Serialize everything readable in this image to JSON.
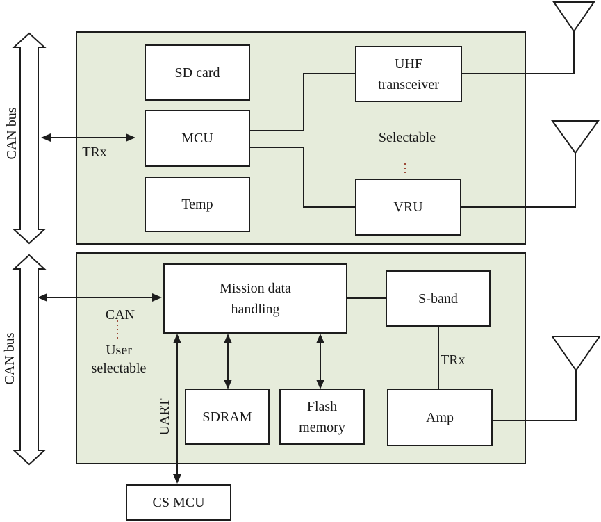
{
  "figure": {
    "type": "block-diagram",
    "description": "Satellite communication subsystem block diagram with UHF/VRU section and S-band mission data handling section"
  },
  "colors": {
    "panel_fill": "#e6ecdb",
    "box_fill": "#ffffff",
    "line": "#1d1d1d",
    "dotted_accent": "#9c4a38"
  },
  "top_section": {
    "can_bus_label": "CAN bus",
    "trx_label": "TRx",
    "selectable_label": "Selectable",
    "boxes": {
      "sd_card": "SD card",
      "mcu": "MCU",
      "temp": "Temp",
      "uhf_transceiver": "UHF\ntransceiver",
      "vru": "VRU"
    }
  },
  "bottom_section": {
    "can_bus_label": "CAN bus",
    "can_label": "CAN",
    "user_selectable_label": "User\nselectable",
    "uart_label": "UART",
    "trx_label": "TRx",
    "boxes": {
      "mission_data_handling": "Mission data\nhandling",
      "s_band": "S-band",
      "sdram": "SDRAM",
      "flash_memory": "Flash\nmemory",
      "amp": "Amp",
      "cs_mcu": "CS MCU"
    }
  }
}
